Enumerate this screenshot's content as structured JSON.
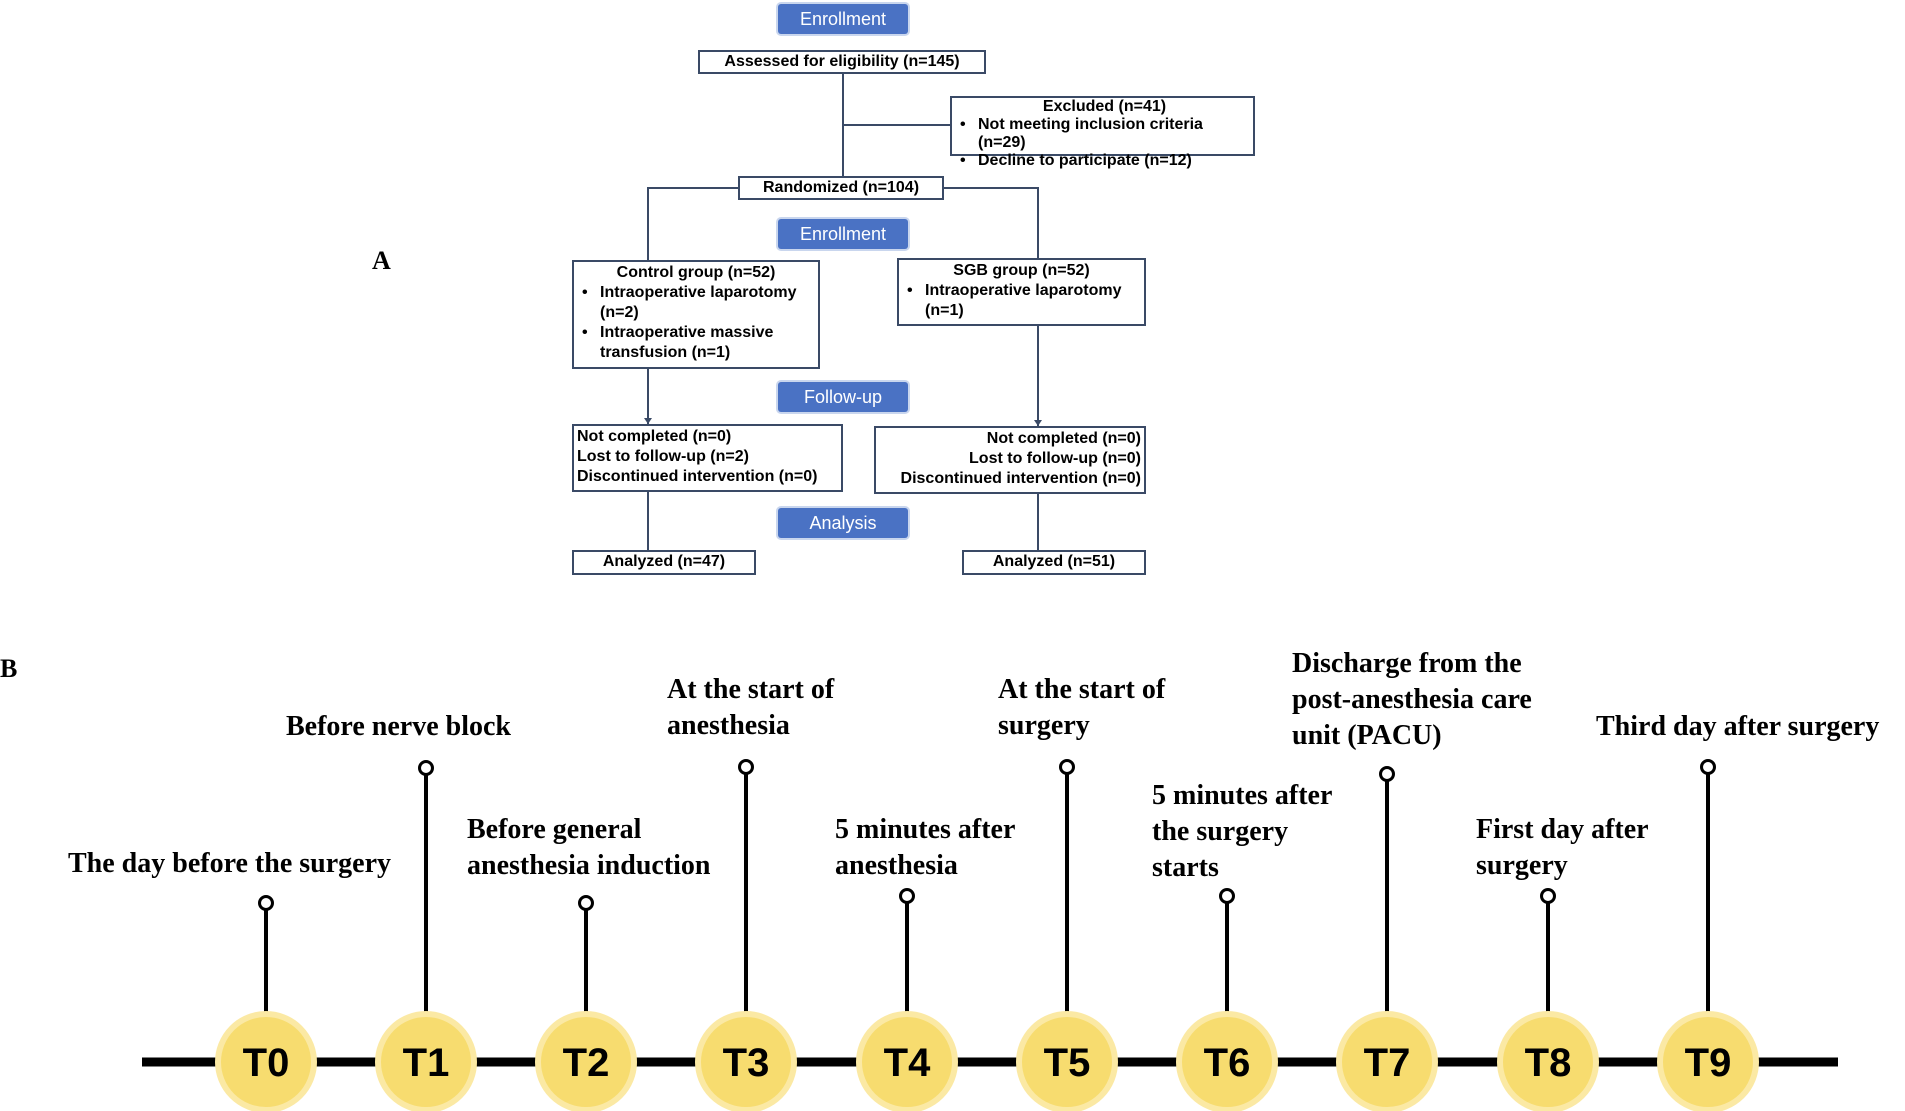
{
  "panel_a": {
    "label": "A",
    "stages": {
      "enrollment_top": "Enrollment",
      "enrollment_mid": "Enrollment",
      "followup": "Follow-up",
      "analysis": "Analysis"
    },
    "assessed": "Assessed for eligibility (n=145)",
    "excluded": {
      "title": "Excluded (n=41)",
      "items": [
        "Not meeting inclusion criteria (n=29)",
        "Decline to participate (n=12)"
      ]
    },
    "randomized": "Randomized (n=104)",
    "control": {
      "title": "Control group (n=52)",
      "items": [
        "Intraoperative laparotomy (n=2)",
        "Intraoperative massive transfusion (n=1)"
      ]
    },
    "sgb": {
      "title": "SGB group (n=52)",
      "items": [
        "Intraoperative laparotomy (n=1)"
      ]
    },
    "control_followup": [
      "Not completed (n=0)",
      "Lost to follow-up (n=2)",
      "Discontinued intervention (n=0)"
    ],
    "sgb_followup": [
      "Not completed (n=0)",
      "Lost to follow-up (n=0)",
      "Discontinued intervention (n=0)"
    ],
    "control_analyzed": "Analyzed (n=47)",
    "sgb_analyzed": "Analyzed (n=51)"
  },
  "panel_b": {
    "label": "B",
    "timepoints": [
      {
        "id": "T0",
        "text": "The day before the surgery"
      },
      {
        "id": "T1",
        "text": "Before nerve block"
      },
      {
        "id": "T2",
        "text": "Before general\nanesthesia induction"
      },
      {
        "id": "T3",
        "text": "At the start of\nanesthesia"
      },
      {
        "id": "T4",
        "text": "5 minutes after\nanesthesia"
      },
      {
        "id": "T5",
        "text": "At the start of\nsurgery"
      },
      {
        "id": "T6",
        "text": "5 minutes after\nthe surgery\nstarts"
      },
      {
        "id": "T7",
        "text": "Discharge from the\npost-anesthesia care\nunit (PACU)"
      },
      {
        "id": "T8",
        "text": "First day after\nsurgery"
      },
      {
        "id": "T9",
        "text": "Third day after surgery"
      }
    ],
    "colors": {
      "circle": "#f7dc6f",
      "circle_edge": "#fbe9a4",
      "line": "#000000"
    }
  }
}
